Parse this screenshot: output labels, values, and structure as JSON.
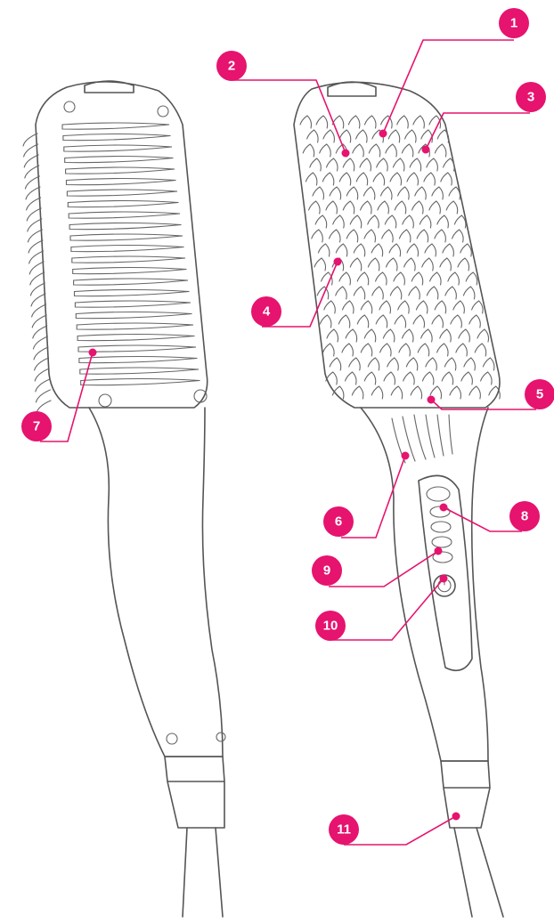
{
  "accent_color": "#e6136f",
  "callouts": [
    {
      "id": "1",
      "label": "1"
    },
    {
      "id": "2",
      "label": "2"
    },
    {
      "id": "3",
      "label": "3"
    },
    {
      "id": "4",
      "label": "4"
    },
    {
      "id": "5",
      "label": "5"
    },
    {
      "id": "6",
      "label": "6"
    },
    {
      "id": "7",
      "label": "7"
    },
    {
      "id": "8",
      "label": "8"
    },
    {
      "id": "9",
      "label": "9"
    },
    {
      "id": "10",
      "label": "10"
    },
    {
      "id": "11",
      "label": "11"
    }
  ]
}
